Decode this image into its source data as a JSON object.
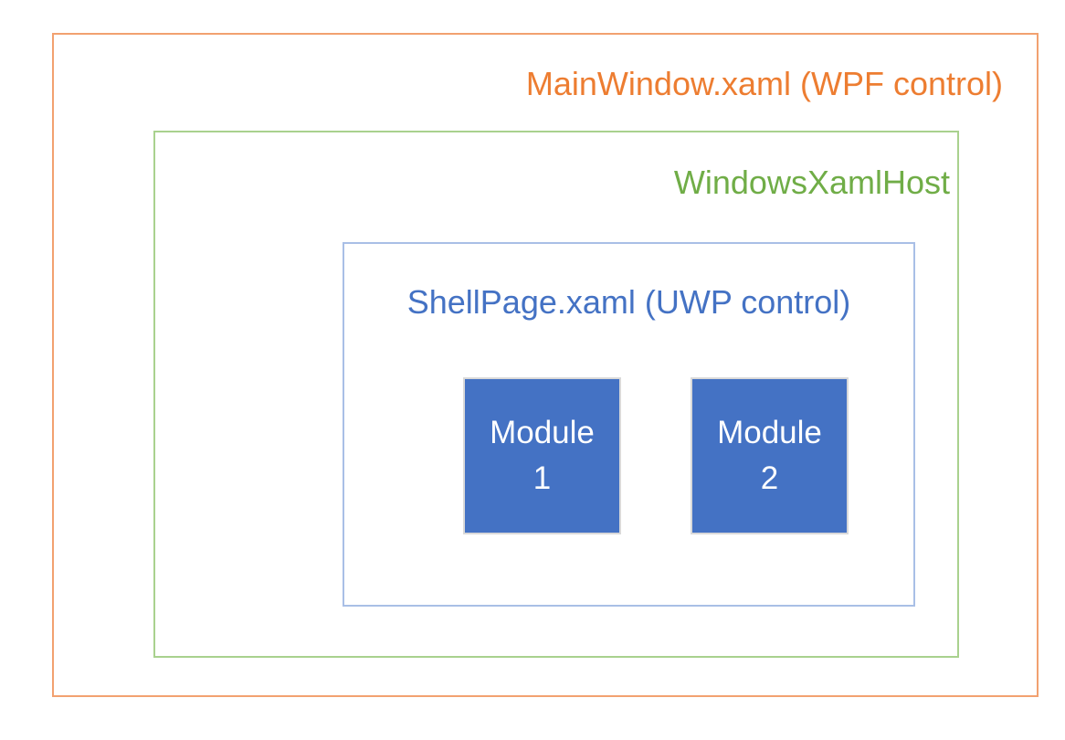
{
  "diagram": {
    "main_window": {
      "label": "MainWindow.xaml (WPF control)"
    },
    "xaml_host": {
      "label": "WindowsXamlHost"
    },
    "shell_page": {
      "label": "ShellPage.xaml (UWP control)"
    },
    "modules": [
      {
        "line1": "Module",
        "line2": "1"
      },
      {
        "line1": "Module",
        "line2": "2"
      }
    ],
    "colors": {
      "orange_text": "#ED7D31",
      "orange_border": "#F2A170",
      "green_text": "#70AD47",
      "green_border": "#A9D18E",
      "blue_text": "#4472C4",
      "blue_border": "#A9BFE6",
      "module_fill": "#4472C4",
      "module_border": "#D9D9D9",
      "module_text": "#FFFFFF"
    }
  }
}
